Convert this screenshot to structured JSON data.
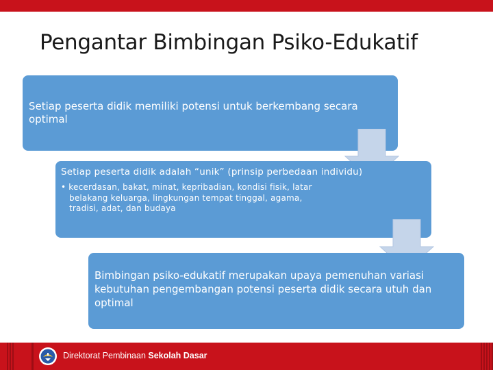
{
  "slide": {
    "title": "Pengantar Bimbingan Psiko-Edukatif",
    "boxes": [
      {
        "text": "Setiap peserta didik memiliki potensi untuk berkembang secara optimal"
      },
      {
        "text": "Setiap peserta didik adalah “unik” (prinsip perbedaan individu)",
        "bullet": "• kecerdasan, bakat, minat, kepribadian, kondisi fisik, latar belakang keluarga, lingkungan tempat tinggal, agama, tradisi, adat, dan budaya"
      },
      {
        "text": "Bimbingan psiko-edukatif merupakan upaya pemenuhan variasi kebutuhan pengembangan potensi peserta didik secara utuh dan optimal"
      }
    ],
    "arrow_icon": "down-arrow-icon"
  },
  "footer": {
    "org_regular": "Direktorat Pembinaan ",
    "org_bold": "Sekolah Dasar",
    "logo_icon": "tut-wuri-handayani-logo"
  },
  "colors": {
    "accent_red": "#c8121b",
    "box_blue": "#5b9bd5",
    "arrow_fill": "#c5d5ea"
  }
}
